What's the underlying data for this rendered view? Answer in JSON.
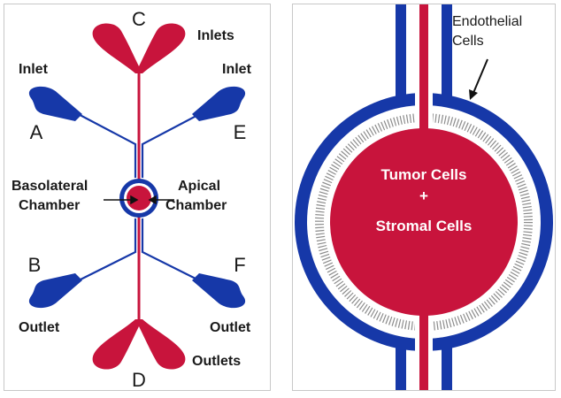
{
  "left_diagram": {
    "letters": {
      "a": "A",
      "b": "B",
      "c": "C",
      "d": "D",
      "e": "E",
      "f": "F"
    },
    "labels": {
      "inlets": "Inlets",
      "inlet_left": "Inlet",
      "inlet_right": "Inlet",
      "outlet_left": "Outlet",
      "outlet_right": "Outlet",
      "outlets": "Outlets",
      "basolateral_line1": "Basolateral",
      "basolateral_line2": "Chamber",
      "apical_line1": "Apical",
      "apical_line2": "Chamber"
    }
  },
  "right_diagram": {
    "endothelial_line1": "Endothelial",
    "endothelial_line2": "Cells",
    "tumor_cells": "Tumor Cells",
    "plus": "+",
    "stromal_cells": "Stromal Cells"
  },
  "colors": {
    "red": "#c8143c",
    "blue": "#1638a8",
    "cell_line": "#8c8c8c"
  }
}
